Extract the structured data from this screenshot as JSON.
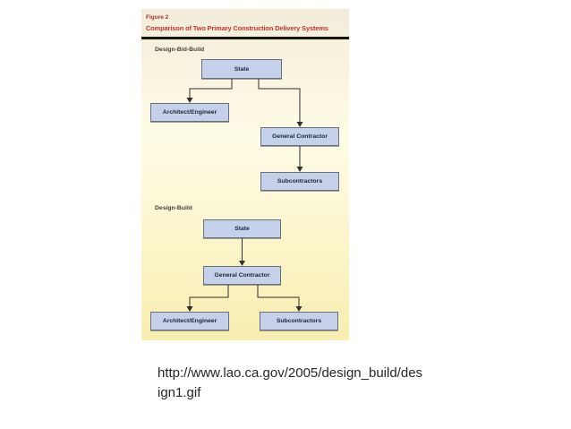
{
  "theme": {
    "slide-bg": "#ffffff",
    "figure-bg-top": "#f2edda",
    "figure-bg-mid": "#fffce6",
    "figure-bg-bottom": "#f8eeb0",
    "title-red": "#c0342e",
    "figure-label-red": "#9c3632",
    "heading-color": "#43413a",
    "rule-color": "#171512",
    "box-fill": "#c5d0ea",
    "box-border": "#68707e",
    "box-text": "#1d2433",
    "line-color": "#2f2f2f",
    "caption-color": "#262626"
  },
  "figure": {
    "label": "Figure 2",
    "title": "Comparison of Two Primary Construction Delivery Systems",
    "sections": [
      {
        "heading": "Design-Bid-Build",
        "nodes": [
          {
            "label": "State"
          },
          {
            "label": "Architect/Engineer"
          },
          {
            "label": "General Contractor"
          },
          {
            "label": "Subcontractors"
          }
        ],
        "edges": [
          "State -> Architect/Engineer",
          "State -> General Contractor",
          "General Contractor -> Subcontractors"
        ]
      },
      {
        "heading": "Design-Build",
        "nodes": [
          {
            "label": "State"
          },
          {
            "label": "General Contractor"
          },
          {
            "label": "Architect/Engineer"
          },
          {
            "label": "Subcontractors"
          }
        ],
        "edges": [
          "State -> General Contractor",
          "General Contractor -> Architect/Engineer",
          "General Contractor -> Subcontractors"
        ]
      }
    ]
  },
  "caption": {
    "lines": [
      "http://www.lao.ca.gov/2005/design_build/des",
      "ign1.gif"
    ],
    "url": "http://www.lao.ca.gov/2005/design_build/design1.gif"
  }
}
